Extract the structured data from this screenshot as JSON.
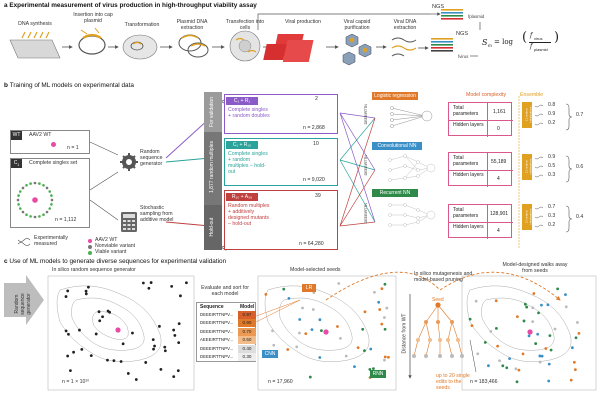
{
  "panel_a": {
    "letter": "a",
    "title": "Experimental measurement of virus production in high-throughput viability assay",
    "steps": [
      "DNA synthesis",
      "Insertion into cap plasmid",
      "Transformation",
      "Plasmid DNA extraction",
      "Transfection into cells",
      "Viral production",
      "Viral capsid purification",
      "Viral DNA extraction"
    ],
    "ngs_top": "NGS",
    "ngs_bottom": "NGS",
    "formula_prefix": "S",
    "formula_sub": "m",
    "formula_eq": "= log",
    "formula_f": "f",
    "formula_virus": "virus",
    "formula_plasmid": "plasmid",
    "label_plasmid": "plasmid",
    "label_virus": "virus"
  },
  "panel_b": {
    "letter": "b",
    "title": "Training of ML models on experimental data",
    "wt_tag": "WT",
    "wt_label": "AAV2 WT",
    "wt_n": "n = 1",
    "c1_tag": "C",
    "c1_sub": "1",
    "c1_label": "Complete singles set",
    "c1_n": "n = 1,112",
    "generator": "Random sequence generator",
    "stochastic": "Stochastic sampling from additive model",
    "legend_measured": "Experimentally measured",
    "legend_wt": "AAV2 WT",
    "legend_nonviable": "Nonviable variant",
    "legend_viable": "Viable variant",
    "side_validation": "For validation",
    "side_multiples": "1,877 random multiples",
    "side_holdout": "Hold-out",
    "set1_title": "C₁ + R₁",
    "set1_desc": "Complete singles + random doubles",
    "set1_n": "n = 2,868",
    "set1_ring": "2",
    "set2_title": "C₁ + R₁₀",
    "set2_desc": "Complete singles + random multiples – hold-out",
    "set2_n": "n = 9,020",
    "set2_ring": "10",
    "set3_title": "R₁₀ + A₃₉",
    "set3_desc": "Random multiples + additively designed mutants – hold-out",
    "set3_n": "n = 64,280",
    "set3_ring": "39",
    "seq_label": "DEEEIRTTN",
    "model_complexity": "Model complexity",
    "ensemble": "Ensemble",
    "models": [
      {
        "name": "Logistic regression",
        "color": "#e07a2a",
        "params_label": "Total parameters",
        "params": "1,161",
        "layers_label": "Hidden layers",
        "layers": "0",
        "mid": "0.7"
      },
      {
        "name": "Convolutional NN",
        "color": "#3a8fc7",
        "params_label": "Total parameters",
        "params": "55,189",
        "layers_label": "Hidden layers",
        "layers": "4",
        "mid": "0.6"
      },
      {
        "name": "Recurrent NN",
        "color": "#2f8a4a",
        "params_label": "Total parameters",
        "params": "128,901",
        "layers_label": "Hidden layers",
        "layers": "4",
        "mid": "0.4"
      }
    ],
    "ensemble_scores": [
      [
        "0.8",
        "0.9",
        "0.2"
      ],
      [
        "0.9",
        "0.5",
        "0.3"
      ],
      [
        "0.7",
        "0.3",
        "0.2"
      ]
    ],
    "ensemble_tag": "11 random initializations"
  },
  "panel_c": {
    "letter": "c",
    "title": "Use of ML models to generate diverse sequences for experimental validation",
    "arrow_label": "Random sequence generator",
    "sub1": "In silico random sequence generator",
    "n1": "n = 1 × 10¹⁰",
    "eval_title": "Evaluate and sort for each model",
    "table_head": [
      "Sequence",
      "Model"
    ],
    "table_rows": [
      {
        "seq": "DEEEIRTTNPV...",
        "score": "0.97",
        "color": "#d9602a"
      },
      {
        "seq": "DEEEIRTTNPV...",
        "score": "0.90",
        "color": "#e07a2a"
      },
      {
        "seq": "DEEEIRTTNPV...",
        "score": "0.70",
        "color": "#eb9a55"
      },
      {
        "seq": "AEEEIRTTNPV...",
        "score": "0.50",
        "color": "#f2bd8a"
      },
      {
        "seq": "DEEEIRTTNPV...",
        "score": "0.40",
        "color": "#dddddd"
      },
      {
        "seq": "DEEEIRTTNPV...",
        "score": "0.30",
        "color": "#eeeeee"
      }
    ],
    "sub2": "Model-selected seeds",
    "lr_tag": "LR",
    "cnn_tag": "CNN",
    "rnn_tag": "RNN",
    "n2": "n = 17,960",
    "sub3": "In silico mutagenesis and model-based pruning",
    "distance": "Distance from WT",
    "seed": "Seed",
    "up_to": "up to 20 single edits to the seeds",
    "sub4": "Model-designed walks away from seeds",
    "n3": "n = 183,466"
  }
}
